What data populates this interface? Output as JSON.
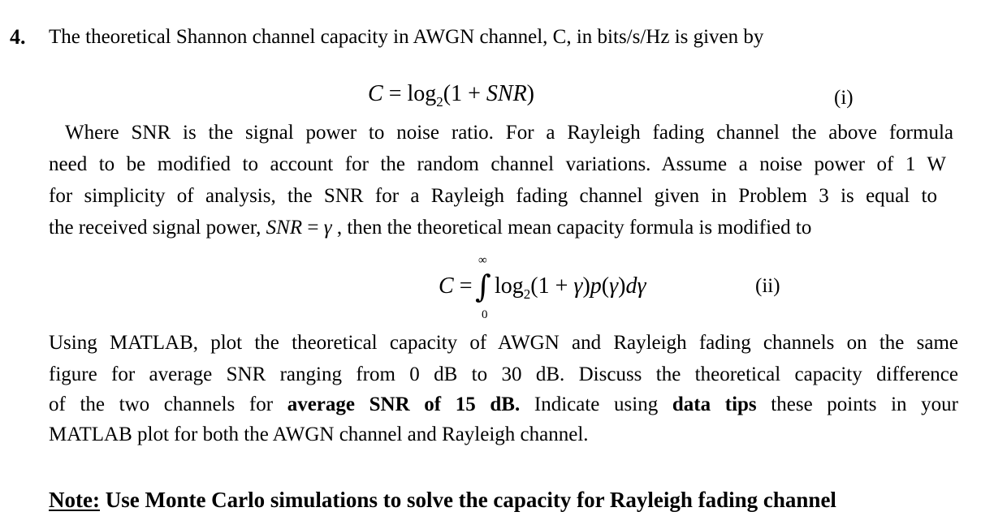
{
  "question": {
    "number": "4.",
    "intro": "The theoretical Shannon channel capacity in AWGN channel, C, in bits/s/Hz is  given by"
  },
  "equation1": {
    "lhs": "C",
    "equals": " = ",
    "func": "log",
    "base": "2",
    "args_open": "(1 + ",
    "snr": "SNR",
    "args_close": ")",
    "label": "(i)"
  },
  "paragraph2": {
    "line1": "Where SNR is the signal power to noise ratio. For a Rayleigh fading channel the above formula",
    "line2": "need to be modified to account for the random channel variations. Assume a noise power of 1 W",
    "line3": "for simplicity of analysis, the SNR for a Rayleigh fading channel given in Problem 3 is equal to",
    "line4_prefix": "the received signal power, ",
    "line4_snr": "SNR",
    "line4_eq": " = ",
    "line4_gamma": "γ",
    "line4_suffix": " , then the theoretical mean capacity formula is modified to"
  },
  "equation2": {
    "lhs": "C",
    "equals": " = ",
    "integral": "∫",
    "upper": "∞",
    "lower": "0",
    "func": "log",
    "base": "2",
    "args_open": "(1 + ",
    "gamma": "γ",
    "args_close": ")",
    "pfunc": "p",
    "pgamma_open": "(",
    "pgamma": "γ",
    "pgamma_close": ")",
    "d": "d",
    "dgamma": "γ",
    "label": "(ii)"
  },
  "paragraph3": {
    "line1": "Using MATLAB, plot the theoretical capacity of AWGN and Rayleigh fading channels on the same",
    "line2": "figure for average SNR  ranging from 0 dB to 30 dB.  Discuss the theoretical capacity difference",
    "line3_prefix": "of the two channels for ",
    "line3_bold": "average SNR of 15 dB.",
    "line3_mid": " Indicate using ",
    "line3_bold2": "data tips",
    "line3_suffix": " these points in your",
    "line4": "MATLAB plot for both the AWGN channel and Rayleigh channel."
  },
  "note": {
    "label": "Note:",
    "text": " Use Monte Carlo simulations to solve the capacity for Rayleigh fading channel"
  }
}
